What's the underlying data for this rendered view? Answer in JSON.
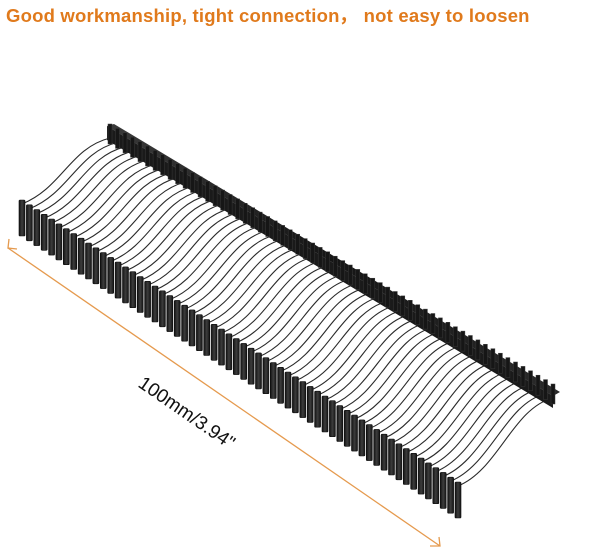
{
  "headline": "Good workmanship, tight connection， not easy to loosen",
  "dimension": {
    "label": "100mm/3.94\""
  },
  "product": {
    "filament_count": 60
  },
  "colors": {
    "headline": "#e07a1c",
    "dimension_line": "#e59a4e",
    "plastic": "#1c1c1c",
    "filament": "#2a2a2a"
  }
}
